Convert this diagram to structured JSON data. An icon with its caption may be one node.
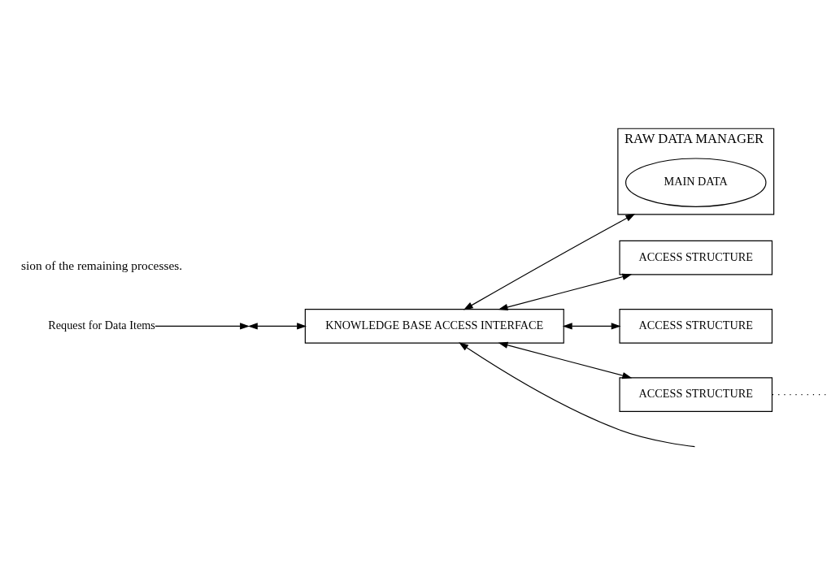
{
  "diagram": {
    "nodes": [
      {
        "text": [
          "KNOWLEDGE BASE ACCESS INTERFACE"
        ]
      },
      {
        "text": [
          "RAW DATA MANAGER"
        ]
      },
      {
        "text": [
          "MAIN DATA"
        ],
        "in": 1
      },
      {
        "text": [
          "ACCESS STRUCTURE"
        ]
      },
      {
        "text": [
          "ACCESS STRUCTURE"
        ]
      },
      {
        "text": [
          "ACCESS STRUCTURE"
        ]
      },
      {
        "text": [
          "Request for Data Items"
        ]
      }
    ],
    "edges": [
      {
        "from": null,
        "to": 0,
        "arrow": "to"
      },
      {
        "from": 6,
        "to": null,
        "arrow": "to"
      },
      {
        "from": 0,
        "to": 1,
        "arrow": "both"
      },
      {
        "from": 0,
        "to": 3,
        "arrow": "both"
      },
      {
        "from": 0,
        "to": 4,
        "arrow": "both"
      },
      {
        "from": 0,
        "to": 5,
        "arrow": "both"
      },
      {
        "from": null,
        "to": 0,
        "arrow": "both"
      },
      {
        "from": 5,
        "to": null,
        "arrow": "none",
        "style": "dashed"
      }
    ],
    "labels": [
      "sion of the remaining processes."
    ]
  }
}
